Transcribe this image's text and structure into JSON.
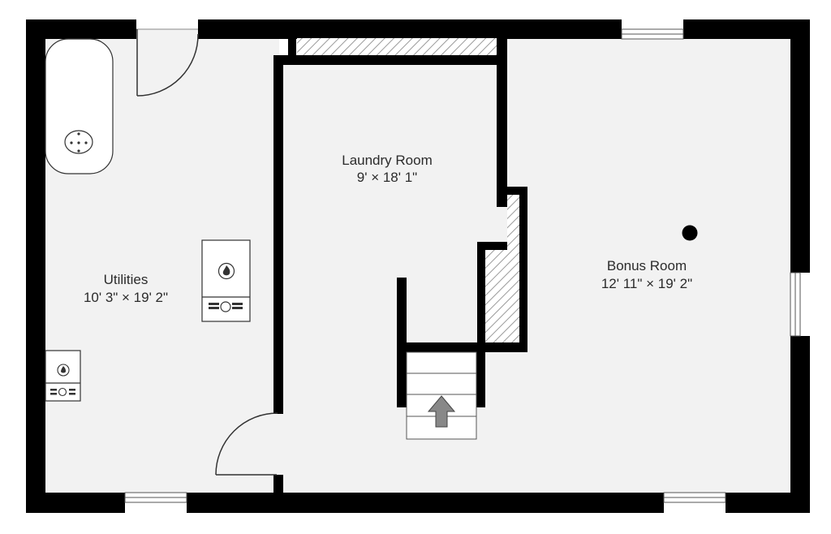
{
  "rooms": {
    "utilities": {
      "name": "Utilities",
      "dimensions": "10' 3\" × 19' 2\""
    },
    "laundry": {
      "name": "Laundry Room",
      "dimensions": "9' × 18' 1\""
    },
    "bonus": {
      "name": "Bonus Room",
      "dimensions": "12' 11\" × 19' 2\""
    }
  },
  "colors": {
    "wall": "#000000",
    "floor": "#f2f2f2",
    "fixture": "#ffffff",
    "stair_arrow": "#888888",
    "hatch": "#9a9a9a"
  },
  "icons": [
    "water-heater-icon",
    "furnace-icon",
    "flame-icon",
    "door-swing-icon",
    "window-icon",
    "stairs-icon",
    "up-arrow-icon",
    "floor-drain-icon"
  ]
}
